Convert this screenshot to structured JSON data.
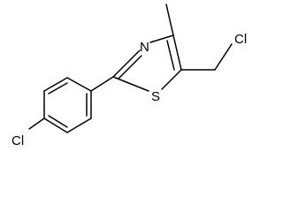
{
  "molecule": {
    "atoms": {
      "cl_left": "Cl",
      "n_ring": "N",
      "s_ring": "S",
      "cl_right": "Cl"
    },
    "colors": {
      "bond": "#000000",
      "text": "#000000",
      "background": "#ffffff"
    }
  }
}
